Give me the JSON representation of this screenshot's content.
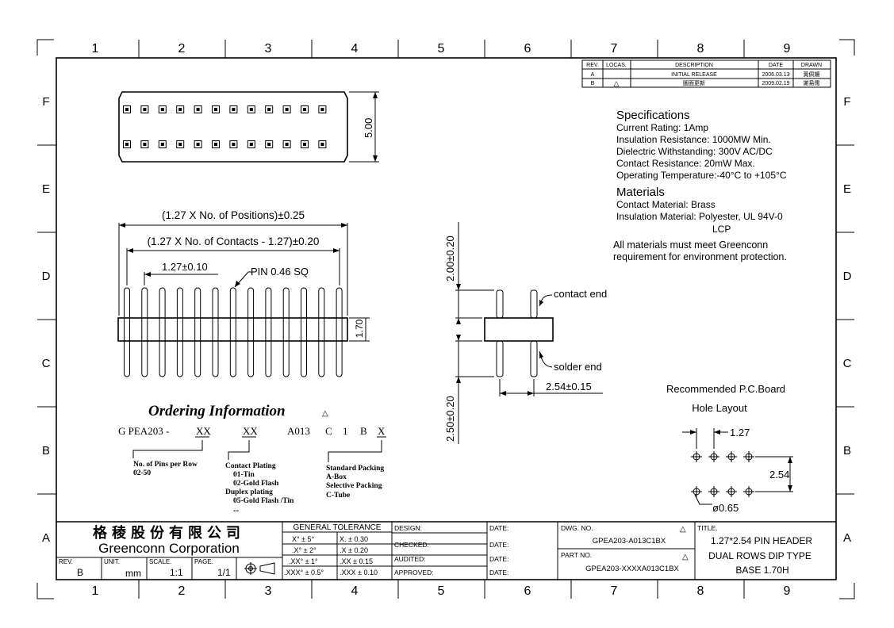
{
  "grid": {
    "columns": [
      "1",
      "2",
      "3",
      "4",
      "5",
      "6",
      "7",
      "8",
      "9"
    ],
    "rows": [
      "F",
      "E",
      "D",
      "C",
      "B",
      "A"
    ]
  },
  "revision_table": {
    "headers": [
      "REV.",
      "LOCAS.",
      "DESCRIPTION",
      "DATE",
      "DRAWN"
    ],
    "rows": [
      [
        "A",
        "",
        "INITIAL RELEASE",
        "2006.03.13",
        "黃佩姍"
      ],
      [
        "B",
        "△",
        "圖面更新",
        "2009.02.19",
        "謝易儒"
      ]
    ]
  },
  "specifications": {
    "title": "Specifications",
    "lines": [
      "Current Rating:   1Amp",
      "Insulation Resistance:   1000MW Min.",
      "Dielectric Withstanding:   300V AC/DC",
      "Contact Resistance:   20mW Max.",
      "Operating Temperature:-40°C to +105°C"
    ]
  },
  "materials": {
    "title": "Materials",
    "lines": [
      "Contact Material: Brass",
      "Insulation Material: Polyester, UL 94V-0",
      "LCP"
    ],
    "note_lines": [
      "All materials must meet Greenconn",
      "requirement for environment protection."
    ]
  },
  "front_view": {
    "dim_positions": "(1.27 X No. of Positions)±0.25",
    "dim_contacts": "(1.27 X No. of Contacts - 1.27)±0.20",
    "dim_pitch": "1.27±0.10",
    "pin_label": "PIN 0.46 SQ",
    "dim_height": "1.70",
    "top_height": "5.00"
  },
  "side_view": {
    "dim_top": "2.00±0.20",
    "dim_bottom": "2.50±0.20",
    "dim_row_pitch": "2.54±0.15",
    "contact_end": "contact end",
    "solder_end": "solder end"
  },
  "pcb_layout": {
    "title_line1": "Recommended P.C.Board",
    "title_line2": "Hole Layout",
    "dim_pitch": "1.27",
    "dim_row": "2.54",
    "dim_hole": "ø0.65"
  },
  "ordering": {
    "title": "Ordering Information",
    "code_parts": [
      "G PEA203 -",
      "XX",
      "XX",
      "A013",
      "C",
      "1",
      "B",
      "X"
    ],
    "pins_lines": [
      "No. of Pins per Row",
      "02-50"
    ],
    "plating_lines": [
      "Contact Plating",
      "01-Tin",
      "02-Gold Flash",
      "Duplex plating",
      "05-Gold Flash /Tin",
      "..."
    ],
    "packing_lines": [
      "Standard Packing",
      "A-Box",
      "Selective Packing",
      "C-Tube"
    ]
  },
  "title_block": {
    "company_cn": "格稜股份有限公司",
    "company_en": "Greenconn Corporation",
    "rev_label": "REV.",
    "rev_value": "B",
    "unit_label": "UNIT.",
    "unit_value": "mm",
    "scale_label": "SCALE.",
    "scale_value": "1:1",
    "page_label": "PAGE.",
    "page_value": "1/1",
    "tolerance_title": "GENERAL TOLERANCE",
    "tolerance_rows": [
      [
        "X° ± 5°",
        "X.   ± 0.30"
      ],
      [
        ".X° ± 2°",
        ".X   ± 0.20"
      ],
      [
        ".XX° ± 1°",
        ".XX  ± 0.15"
      ],
      [
        ".XXX° ± 0.5°",
        ".XXX ± 0.10"
      ]
    ],
    "approvals": [
      "DESIGN:",
      "CHECKED:",
      "AUDITED:",
      "APPROVED:"
    ],
    "date_label": "DATE:",
    "dwg_no_label": "DWG. NO.",
    "dwg_no_value": "GPEA203-A013C1BX",
    "part_no_label": "PART NO.",
    "part_no_value": "GPEA203-XXXXA013C1BX",
    "title_label": "TITLE.",
    "title_lines": [
      "1.27*2.54 PIN HEADER",
      "DUAL ROWS DIP TYPE",
      "BASE 1.70H"
    ]
  }
}
